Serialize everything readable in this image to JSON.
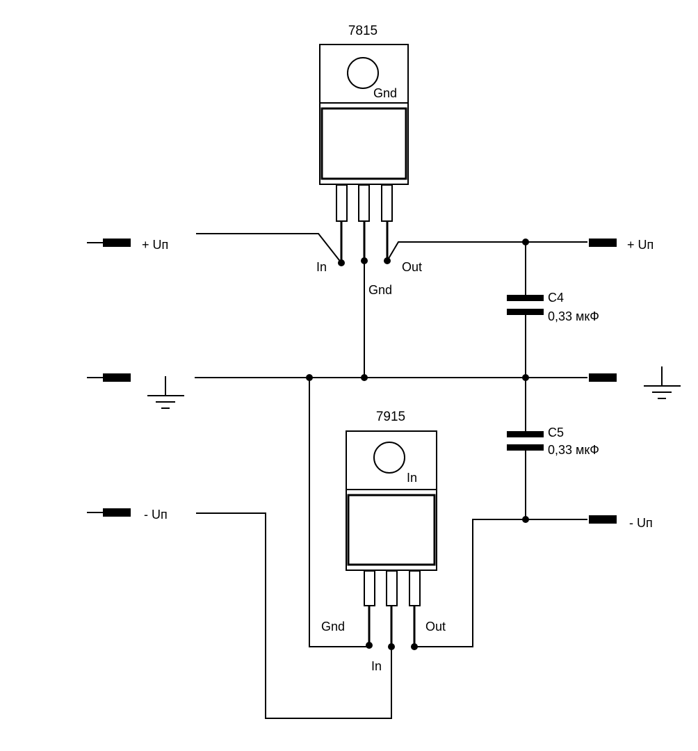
{
  "regulators": {
    "positive": {
      "name": "7815",
      "tab_label": "Gnd",
      "pins": {
        "left": "In",
        "middle": "Gnd",
        "right": "Out"
      }
    },
    "negative": {
      "name": "7915",
      "tab_label": "In",
      "pins": {
        "left": "Gnd",
        "middle": "In",
        "right": "Out"
      }
    }
  },
  "capacitors": [
    {
      "ref": "C4",
      "value": "0,33 мкФ"
    },
    {
      "ref": "C5",
      "value": "0,33 мкФ"
    }
  ],
  "terminals": {
    "pos_in": "+ Uп",
    "pos_out": "+ Uп",
    "neg_in": "- Uп",
    "neg_out": "- Uп"
  }
}
